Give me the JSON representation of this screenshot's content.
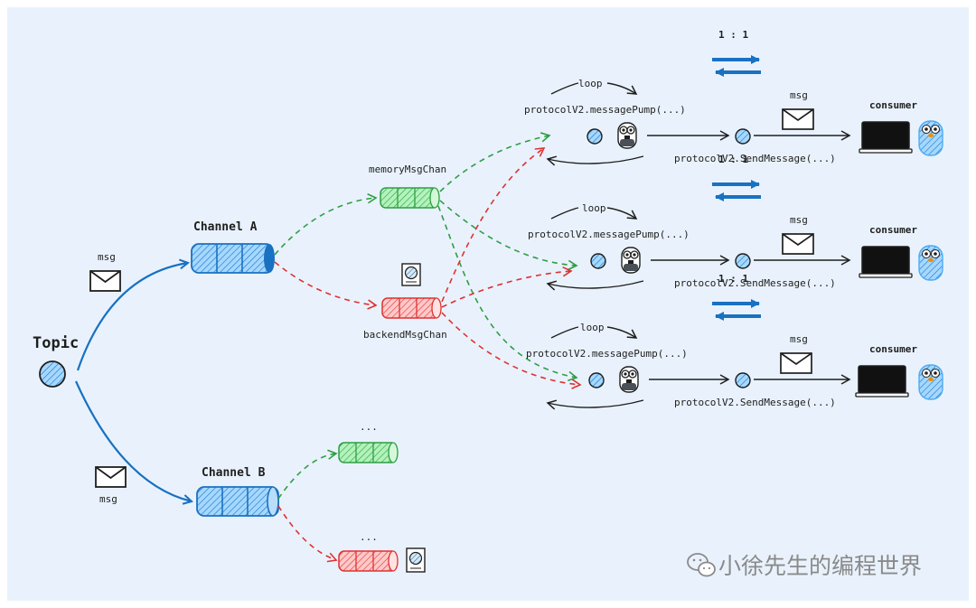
{
  "colors": {
    "background": "#e9f2fc",
    "blue": "#1971c2",
    "blue_fill": "#a5d8ff",
    "green": "#2f9e44",
    "green_fill": "#b2f2bb",
    "red": "#e03131",
    "red_fill": "#ffc9c9",
    "ink": "#1e1e1e"
  },
  "topic": {
    "label": "Topic"
  },
  "channel_a": {
    "label": "Channel A"
  },
  "channel_b": {
    "label": "Channel B"
  },
  "msg_labels": {
    "upper": "msg",
    "lower": "msg"
  },
  "memory_chan": {
    "label": "memoryMsgChan"
  },
  "backend_chan": {
    "label": "backendMsgChan"
  },
  "ellipsis": {
    "green": "...",
    "red": "..."
  },
  "rows": [
    {
      "ratio": "1 : 1",
      "loop": "loop",
      "pump": "protocolV2.messagePump(...)",
      "send": "protocolV2.SendMessage(...)",
      "msg": "msg",
      "consumer": "consumer"
    },
    {
      "ratio": "1 : 1",
      "loop": "loop",
      "pump": "protocolV2.messagePump(...)",
      "send": "protocolV2.SendMessage(...)",
      "msg": "msg",
      "consumer": "consumer"
    },
    {
      "ratio": "1 : 1",
      "loop": "loop",
      "pump": "protocolV2.messagePump(...)",
      "send": "protocolV2.SendMessage(...)",
      "msg": "msg",
      "consumer": "consumer"
    }
  ],
  "watermark": {
    "text": "小徐先生的编程世界",
    "icon": "wechat-icon"
  },
  "icons": [
    "envelope-icon",
    "gopher-icon",
    "laptop-icon",
    "disk-icon",
    "hatched-circle-icon"
  ]
}
